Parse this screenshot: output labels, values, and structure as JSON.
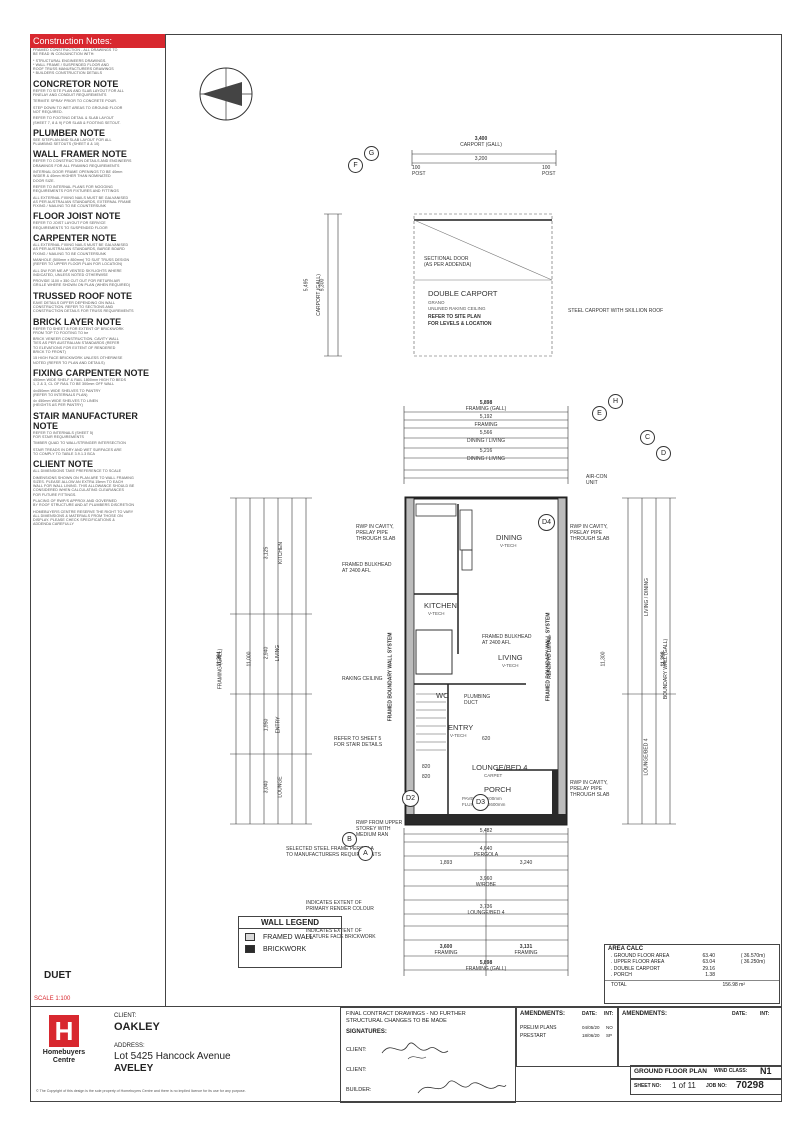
{
  "notes": {
    "header": "Construction Notes:",
    "sections": [
      {
        "title": "",
        "lines": [
          "FRAMED CONSTRUCTION - ALL DRAWINGS TO",
          "BE READ IN CONJUNCTION WITH:",
          "",
          "* STRUCTURAL ENGINEERS DRAWINGS.",
          "* WALL FRAME / SUSPENDED FLOOR AND",
          "  ROOF TRUSS MANUFACTURERS DRAWINGS",
          "* BUILDERS CONSTRUCTION DETAILS"
        ]
      },
      {
        "title": "CONCRETOR NOTE",
        "lines": [
          "REFER TO SITE PLAN AND SLAB LAYOUT FOR ALL",
          "FINELAY AND CONDUIT REQUIREMENTS",
          "",
          "TERMITE SPRAY PRIOR TO CONCRETE POUR.",
          "",
          "STEP DOWN TO WET AREAS TO GROUND FLOOR",
          "NOT REQUIRED.",
          "",
          "REFER TO FOOTING DETAIL & SLAB LAYOUT",
          "(SHEET 7, 8 & 9) FOR SLAB & FOOTING SETOUT."
        ]
      },
      {
        "title": "PLUMBER NOTE",
        "lines": [
          "SEE SITEPLAN AND SLAB LAYOUT FOR ALL",
          "PLUMBING SETOUTS (SHEET 8 & 10)"
        ]
      },
      {
        "title": "WALL FRAMER NOTE",
        "lines": [
          "REFER TO CONSTRUCTION DETAILS AND ENGINEERS",
          "DRAWINGS FOR ALL FRAMING REQUIREMENTS",
          "",
          "INTERNAL DOOR FRAME OPENINGS TO BE 40mm",
          "WIDER & 40mm HIGHER THAN NOMINATED",
          "DOOR SIZE.",
          "",
          "REFER TO INTERNAL PLANS FOR NOGGING",
          "REQUIREMENTS FOR FIXTURES AND FITTINGS",
          "",
          "ALL EXTERNAL FIXING NAILS MUST BE GALVANISED",
          "AS PER AUSTRALIAN STANDARDS, EXTERNAL FRAME",
          "FIXING / NAILING TO BE COUNTERSUNK"
        ]
      },
      {
        "title": "FLOOR JOIST NOTE",
        "lines": [
          "REFER TO JOIST LAYOUT FOR SERVICE",
          "REQUIREMENTS TO SUSPENDED FLOOR"
        ]
      },
      {
        "title": "CARPENTER NOTE",
        "lines": [
          "ALL EXTERNAL FIXING NAILS MUST BE GALVANISED",
          "AS PER AUSTRALIAN STANDARDS, BARGE BOARD",
          "FIXING / NAILING TO BE COUNTERSUNK",
          "",
          "MANHOLE (500mm x 850mm) TO SUIT TRUSS DESIGN",
          "(REFER TO UPPER FLOOR PLAN FOR LOCATION)",
          "",
          "ALL DW FOR ME AP VENTED SKYLIGHTS WHERE",
          "INDICATED, UNLESS NOTED OTHERWISE",
          "",
          "PROVIDE 1100 x 350 CUT OUT FOR RETURN AIR",
          "GRILLE WHERE SHOWN ON PLAN (WHEN REQUIRED)"
        ]
      },
      {
        "title": "TRUSSED ROOF NOTE",
        "lines": [
          "EAVE DETAILS DIFFER DEPENDING ON WALL",
          "CONSTRUCTION. REFER TO SECTIONS AND",
          "CONSTRUCTION DETAILS FOR TRUSS REQUIREMENTS"
        ]
      },
      {
        "title": "BRICK LAYER NOTE",
        "lines": [
          "REFER TO SHEET 8 FOR EXTENT OF BRICKWORK",
          "FROM TOP TO FOOTING TO be",
          "",
          "BRICK VENEER CONSTRUCTION. CAVITY WALL",
          "TIES AS PER AUSTRALIAN STANDARDS (REFER",
          "TO ELEVATIONS FOR EXTENT OF RENDERED",
          "BRICK TO FRONT)",
          "",
          "15 HIGH FACE BRICKWORK UNLESS OTHERWISE",
          "NOTED (REFER TO PLAN AND DETAILS)"
        ]
      },
      {
        "title": "FIXING CARPENTER NOTE",
        "lines": [
          "450mm WIDE SHELF & RAIL 1800mm HIGH TO BEDS",
          "1, 2 & 3, CL OF RAIL TO BE 300mm OFF WALL",
          "",
          "4x450mm WIDE SHELVES TO PANTRY",
          "(REFER TO INTERNALS PLAN)",
          "",
          "4x 450mm WIDE SHELVES TO LINEN",
          "(HEIGHTS AS PER PANTRY)"
        ]
      },
      {
        "title": "STAIR MANUFACTURER NOTE",
        "lines": [
          "REFER TO INTERNALS (SHEET 5)",
          "FOR STAIR REQUIREMENTS",
          "",
          "TIMBER QUAD TO WALL/STRINGER INTERSECTION",
          "",
          "STAIR TREADS IN DRY AND WET SURFACES ARE",
          "TO COMPLY TO TABLE 3.9.1.3 BCA"
        ]
      },
      {
        "title": "CLIENT NOTE",
        "lines": [
          "ALL DIMENSIONS TAKE PREFERENCE TO SCALE",
          "",
          "DIMENSIONS SHOWN ON PLAN ARE TO WALL FRAMING",
          "SIZES. PLEASE ALLOW AN EXTRA 15mm TO EACH",
          "WALL FOR WALL LINING. THIS ALLOWANCE SHOULD BE",
          "CONSIDERED WHEN CALCULATING CLEARANCES",
          "FOR FUTURE FITTINGS.",
          "",
          "PLACING OF RWP/S APPROX AND GOVERNED",
          "BY ROOF STRUCTURE AND AT PLUMBERS DISCRETION",
          "",
          "HOMEBUYERS CENTRE RESERVE THE RIGHT TO VARY",
          "ALL DIMENSIONS & MATERIALS FROM THOSE ON",
          "DISPLAY. PLEASE CHECK SPECIFICATIONS &",
          "ADDENDA CAREFULLY"
        ]
      }
    ],
    "plan_name": "DUET",
    "scale": "SCALE 1:100"
  },
  "plan": {
    "carport_top_dims": [
      "3,400",
      "CARPORT (GALL)",
      "3,200",
      "100",
      "100",
      "POST",
      "POST"
    ],
    "carport_left_dims": [
      "5,495",
      "CARPORT (GALL)",
      "5,300"
    ],
    "carport_labels": [
      "SECTIONAL DOOR",
      "(AS PER ADDENDA)",
      "DOUBLE CARPORT",
      "GRANO",
      "UNLINED RAKING CEILING",
      "REFER TO SITE PLAN",
      "FOR LEVELS & LOCATION"
    ],
    "steel_carport": "STEEL CARPORT WITH SKILLION ROOF",
    "top_dims": [
      "5,898",
      "FRAMING (GALL)",
      "5,192",
      "FRAMING",
      "5,566",
      "DINING / LIVING",
      "5,216",
      "DINING / LIVING"
    ],
    "rooms": {
      "dining": "DINING",
      "dining_sub": "V-TECH",
      "kitchen": "KITCHEN",
      "kitchen_sub": "V-TECH",
      "living": "LIVING",
      "living_sub": "V-TECH",
      "entry": "ENTRY",
      "entry_sub": "V-TECH",
      "lounge": "LOUNGE/BED 4",
      "lounge_sub": "CARPET",
      "porch": "PORCH",
      "porch_sub": [
        "PAVED AT ~100mm",
        "FLUX CL AT 2600mm"
      ],
      "wc": "WC"
    },
    "callouts": {
      "rwp_left": [
        "RWP IN CAVITY,",
        "PRELAY PIPE",
        "THROUGH SLAB"
      ],
      "rwp_right": [
        "RWP IN CAVITY,",
        "PRELAY PIPE",
        "THROUGH SLAB"
      ],
      "rwp_right_lower": [
        "RWP IN CAVITY,",
        "PRELAY PIPE",
        "THROUGH SLAB"
      ],
      "aircon": [
        "AIR-CON",
        "UNIT"
      ],
      "bulkhead_1": [
        "FRAMED BULKHEAD",
        "AT 2400 AFL"
      ],
      "bulkhead_2": [
        "FRAMED BULKHEAD",
        "AT 2400 AFL"
      ],
      "raking": "RAKING CEILING",
      "plumbing": [
        "PLUMBING",
        "DUCT"
      ],
      "stair": [
        "REFER TO SHEET 5",
        "FOR STAIR DETAILS"
      ],
      "rwp_upper": [
        "RWP FROM UPPER",
        "STOREY WITH",
        "MEDIUM RAN"
      ],
      "pergola": [
        "SELECTED STEEL FRAME PERGOLA",
        "TO MANUFACTURERS REQUIREMENTS"
      ],
      "render": [
        "INDICATES EXTENT OF",
        "PRIMARY RENDER COLOUR"
      ],
      "feature": [
        "INDICATES EXTENT OF",
        "FEATURE FACE BRICKWORK"
      ],
      "framed_wall_left": "FRAMED BOUNDARY WALL SYSTEM",
      "framed_wall_right": [
        "FRAMED BOUNDARY WALL SYSTEM",
        "REFER TO DETAIL"
      ]
    },
    "left_dims": [
      "11,394",
      "FRAMING (GALL)",
      "11,000",
      "3,125",
      "KITCHEN",
      "2,940",
      "LIVING",
      "1,950",
      "ENTRY",
      "3,040",
      "LOUNGE"
    ],
    "right_dims": [
      "11,398",
      "BOUNDARY WALL (GALL)",
      "11,300",
      "LIVING / DINING",
      "LOUNGE/BED 4"
    ],
    "bottom_dims": [
      "5,482",
      "4,640",
      "PERGOLA",
      "1,893",
      "3,240",
      "3,960",
      "W/ROBE",
      "3,736",
      "LOUNGE/BED 4",
      "3,600",
      "FRAMING",
      "3,131",
      "FRAMING",
      "5,898",
      "FRAMING (GALL)"
    ],
    "markers": [
      "F",
      "G",
      "E",
      "H",
      "C",
      "D",
      "D4",
      "D2",
      "D3",
      "B",
      "A"
    ],
    "door_nums": [
      "820",
      "820",
      "620"
    ]
  },
  "legend": {
    "title": "WALL LEGEND",
    "items": [
      {
        "label": "FRAMED WALL",
        "color": "#d9d9d9"
      },
      {
        "label": "BRICKWORK",
        "color": "#2a2a2a"
      }
    ]
  },
  "area_calc": {
    "title": "AREA CALC",
    "rows": [
      {
        "name": ". GROUND FLOOR AREA",
        "value": "63.40",
        "squares": "( 36.570m)"
      },
      {
        "name": ". UPPER FLOOR AREA",
        "value": "63.04",
        "squares": "( 36.250m)"
      },
      {
        "name": ". DOUBLE CARPORT",
        "value": "29.16",
        "squares": ""
      },
      {
        "name": ". PORCH",
        "value": "1.38",
        "squares": ""
      }
    ],
    "total_label": "TOTAL",
    "total_value": "156.98 m²"
  },
  "title_block": {
    "logo_letter": "H",
    "logo_text": [
      "Homebuyers",
      "Centre"
    ],
    "client_label": "CLIENT:",
    "client_name": "OAKLEY",
    "address_label": "ADDRESS:",
    "address_line1": "Lot 5425 Hancock Avenue",
    "address_line2": "AVELEY",
    "final_contract": [
      "FINAL CONTRACT DRAWINGS - NO FURTHER",
      "STRUCTURAL CHANGES TO BE MADE"
    ],
    "signatures_label": "SIGNATURES:",
    "client_sig_label": "CLIENT:",
    "client_sig_label2": "CLIENT:",
    "builder_label": "BUILDER:",
    "amendments_label": "AMENDMENTS:",
    "date_label": "DATE:",
    "int_label": "INT:",
    "amendments": [
      {
        "name": "PRELIM PLANS",
        "date": "04/05/20",
        "int": "NO"
      },
      {
        "name": "PRESTART",
        "date": "18/06/20",
        "int": "SP"
      }
    ],
    "sheet_title": "GROUND FLOOR PLAN",
    "wind_class_label": "WIND CLASS:",
    "wind_class": "N1",
    "sheet_no_label": "SHEET NO:",
    "sheet_no": "1 of 11",
    "job_no_label": "JOB NO:",
    "job_no": "70298",
    "copyright": "© The Copyright of this design is the sole property of Homebuyers Centre and there is no implied licence for its use for any purpose."
  }
}
